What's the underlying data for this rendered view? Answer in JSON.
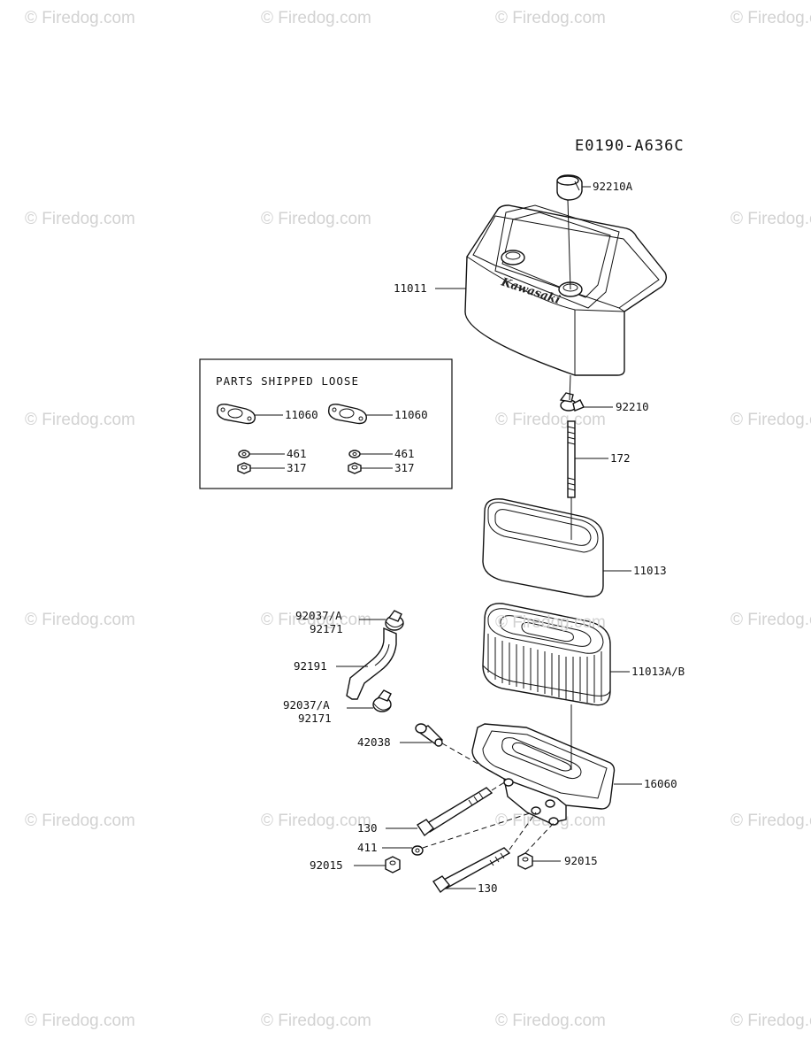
{
  "diagram_code": "E0190-A636C",
  "watermark_text": "© Firedog.com",
  "center_watermark_text": "© Firedog.com",
  "brand_on_cover": "Kawasaki",
  "loose_parts_box": {
    "title": "PARTS SHIPPED LOOSE",
    "left_gasket": "11060",
    "right_gasket": "11060",
    "left_washer": "461",
    "right_washer": "461",
    "left_nut": "317",
    "right_nut": "317"
  },
  "callouts": {
    "knob": "92210A",
    "cover": "11011",
    "wing_nut": "92210",
    "stud": "172",
    "precleaner": "11013",
    "element": "11013A/B",
    "base": "16060",
    "clamp_top_a": "92037/A",
    "clamp_top_b": "92171",
    "hose": "92191",
    "clamp_bottom_a": "92037/A",
    "clamp_bottom_b": "92171",
    "fitting": "42038",
    "bolt_upper": "130",
    "washer": "411",
    "nut_left": "92015",
    "nut_right": "92015",
    "bolt_lower": "130"
  }
}
